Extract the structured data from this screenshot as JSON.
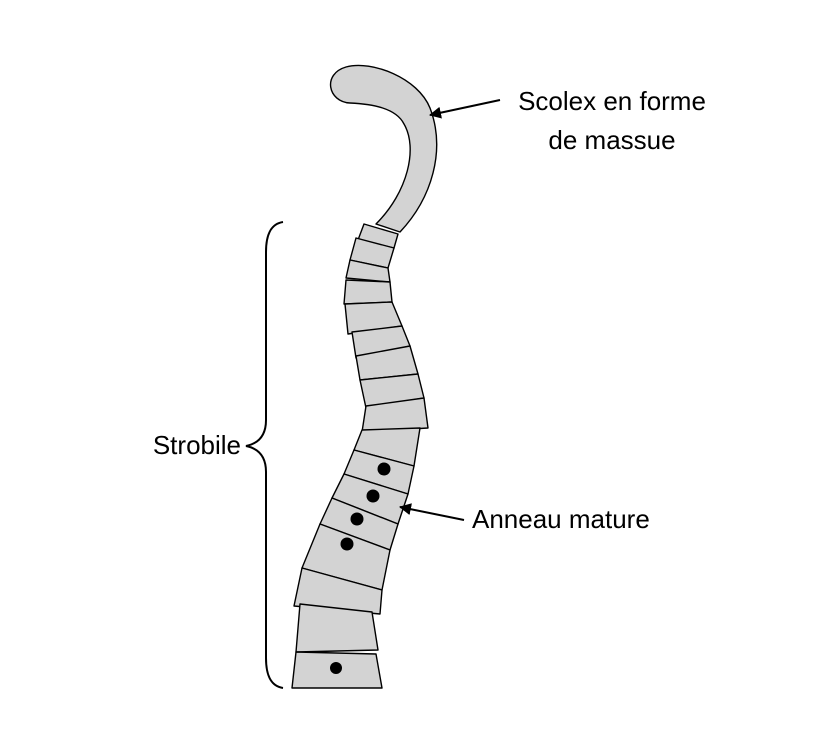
{
  "labels": {
    "scolex_line1": "Scolex en forme",
    "scolex_line2": "de massue",
    "strobile": "Strobile",
    "mature_segment": "Anneau mature"
  },
  "colors": {
    "segment_fill": "#d3d3d3",
    "outline": "#000000",
    "dot": "#000000",
    "background": "#ffffff"
  }
}
